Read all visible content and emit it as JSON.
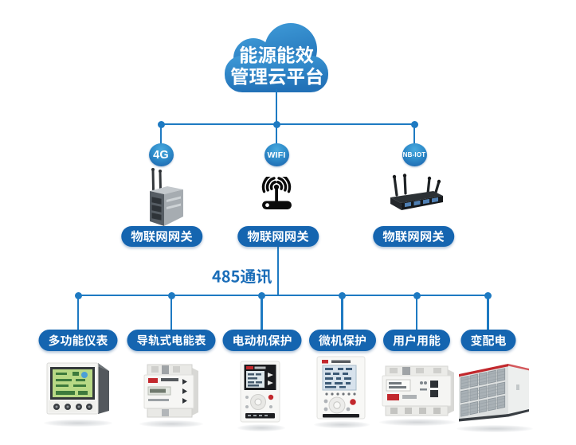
{
  "palette": {
    "background": "#ffffff",
    "connector_line": "#1e7ac2",
    "node_blue": "#1565b0",
    "cloud_blue_top": "#3f9bd8",
    "cloud_blue_bottom": "#2170b6",
    "bus_label_blue": "#1a6db8",
    "label_text": "#ffffff"
  },
  "cloud": {
    "line1": "能源能效",
    "line2": "管理云平台"
  },
  "networks": [
    {
      "label": "4G",
      "gateway": "物联网网关",
      "device": "cellular-gateway-router"
    },
    {
      "label": "WIFI",
      "gateway": "物联网网关",
      "device": "wifi-router"
    },
    {
      "label": "NB-IOT",
      "gateway": "物联网网关",
      "device": "nbiot-gateway-router"
    }
  ],
  "bus": {
    "label": "485通讯"
  },
  "terminals": [
    {
      "label": "多功能仪表",
      "device": "multifunction-panel-meter"
    },
    {
      "label": "导轨式电能表",
      "device": "din-rail-energy-meter"
    },
    {
      "label": "电动机保护",
      "device": "motor-protector"
    },
    {
      "label": "微机保护",
      "device": "microcomputer-protection-relay"
    },
    {
      "label": "用户用能",
      "device": "consumer-energy-meter"
    },
    {
      "label": "变配电",
      "device": "power-distribution-cabinet"
    }
  ]
}
